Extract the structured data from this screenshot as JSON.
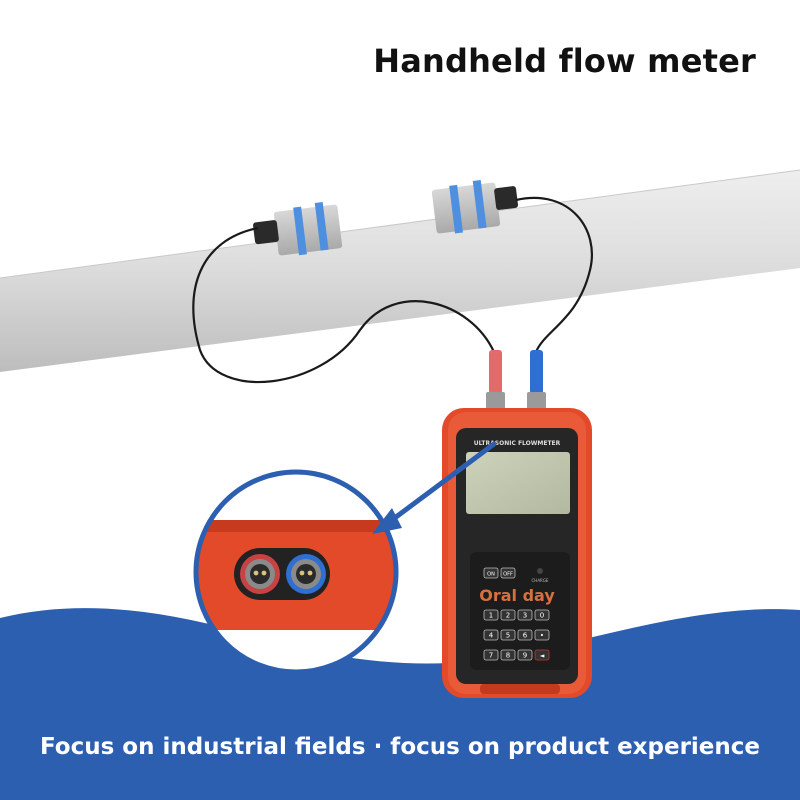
{
  "headline": "Handheld flow meter",
  "tagline": "Focus on industrial fields · focus on product experience",
  "device": {
    "model_label": "ULTRASONIC FLOWMETER",
    "brand_watermark": "Oral day",
    "indicator_label": "CHARGE",
    "keys": {
      "on": "ON",
      "off": "OFF",
      "k1": "1",
      "k2": "2",
      "k3": "3",
      "k4": "4",
      "k5": "5",
      "k6": "6",
      "k7": "7",
      "k8": "8",
      "k9": "9",
      "k0": "0",
      "kdot": "•",
      "kminus": "◄"
    }
  },
  "colors": {
    "wave_blue": "#2d5fb0",
    "device_red": "#e34a2a",
    "lcd_green": "#c4c9b0",
    "pipe_gray": "#dcdcdc",
    "headline_text": "#111111",
    "tagline_text": "#ffffff"
  },
  "icons": [
    "pointer-arrow-icon",
    "connector-port-icon"
  ]
}
